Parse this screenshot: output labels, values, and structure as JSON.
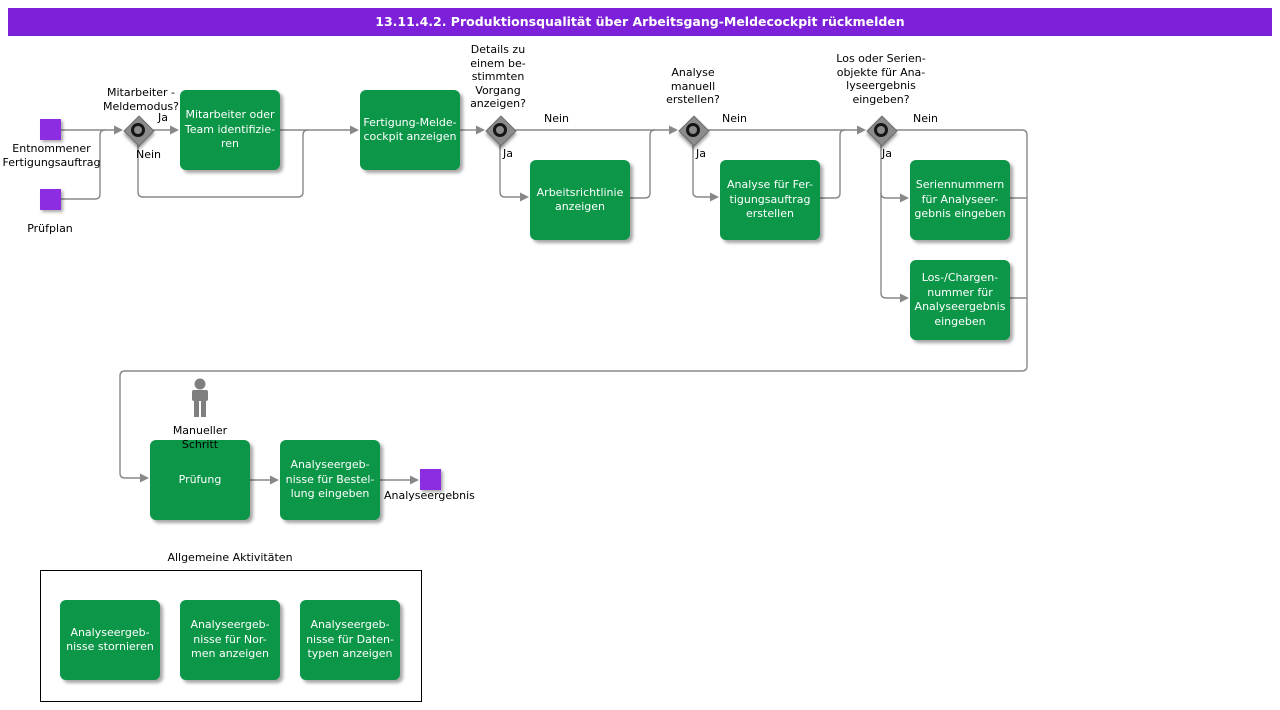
{
  "title_bar": {
    "text": "13.11.4.2. Produktionsqualität über Arbeitsgang-Meldecockpit rückmelden"
  },
  "colors": {
    "title_bar_bg": "#7D20DA",
    "title_text": "#FFFFFF",
    "activity_green": "#0B9648",
    "data_object_purple": "#8C2DE2",
    "connector_gray": "#888888",
    "gateway_gray": "#8C8C8C",
    "manual_step_gray": "#7F7F7F"
  },
  "data_objects": [
    {
      "id": "entnommener-fertigungsauftrag",
      "label": "Entnommener\nFertigungsauftrag"
    },
    {
      "id": "pruefplan",
      "label": "Prüfplan"
    },
    {
      "id": "analyseergebnis",
      "label": "Analyseergebnis"
    }
  ],
  "gateways": [
    {
      "question": "Mitarbeiter -\nMeldemodus?",
      "yes_label": "Ja",
      "no_label": "Nein"
    },
    {
      "question": "Details zu\neinem be-\nstimmten\nVorgang\nanzeigen?",
      "yes_label": "Ja",
      "no_label": "Nein"
    },
    {
      "question": "Analyse\nmanuell\nerstellen?",
      "yes_label": "Ja",
      "no_label": "Nein"
    },
    {
      "question": "Los oder Serien-\nobjekte für Ana-\nlyseergebnis\neingeben?",
      "yes_label": "Ja",
      "no_label": "Nein"
    }
  ],
  "activities": [
    {
      "label": "Mitarbeiter oder\nTeam identifizie-\nren"
    },
    {
      "label": "Fertigung-Melde-\ncockpit anzeigen"
    },
    {
      "label": "Arbeitsrichtlinie\nanzeigen"
    },
    {
      "label": "Analyse für Fer-\ntigungsauftrag\nerstellen"
    },
    {
      "label": "Seriennummern\nfür Analyseer-\ngebnis eingeben"
    },
    {
      "label": "Los-/Chargen-\nnummer für\nAnalyseergebnis\neingeben"
    },
    {
      "label": "Prüfung"
    },
    {
      "label": "Analyseergeb-\nnisse für Bestel-\nlung eingeben"
    }
  ],
  "manual_step": {
    "label": "Manueller\nSchritt"
  },
  "group": {
    "title": "Allgemeine Aktivitäten",
    "activities": [
      {
        "label": "Analyseergeb-\nnisse stornieren"
      },
      {
        "label": "Analyseergeb-\nnisse für Nor-\nmen anzeigen"
      },
      {
        "label": "Analyseergeb-\nnisse für Daten-\ntypen anzeigen"
      }
    ]
  }
}
